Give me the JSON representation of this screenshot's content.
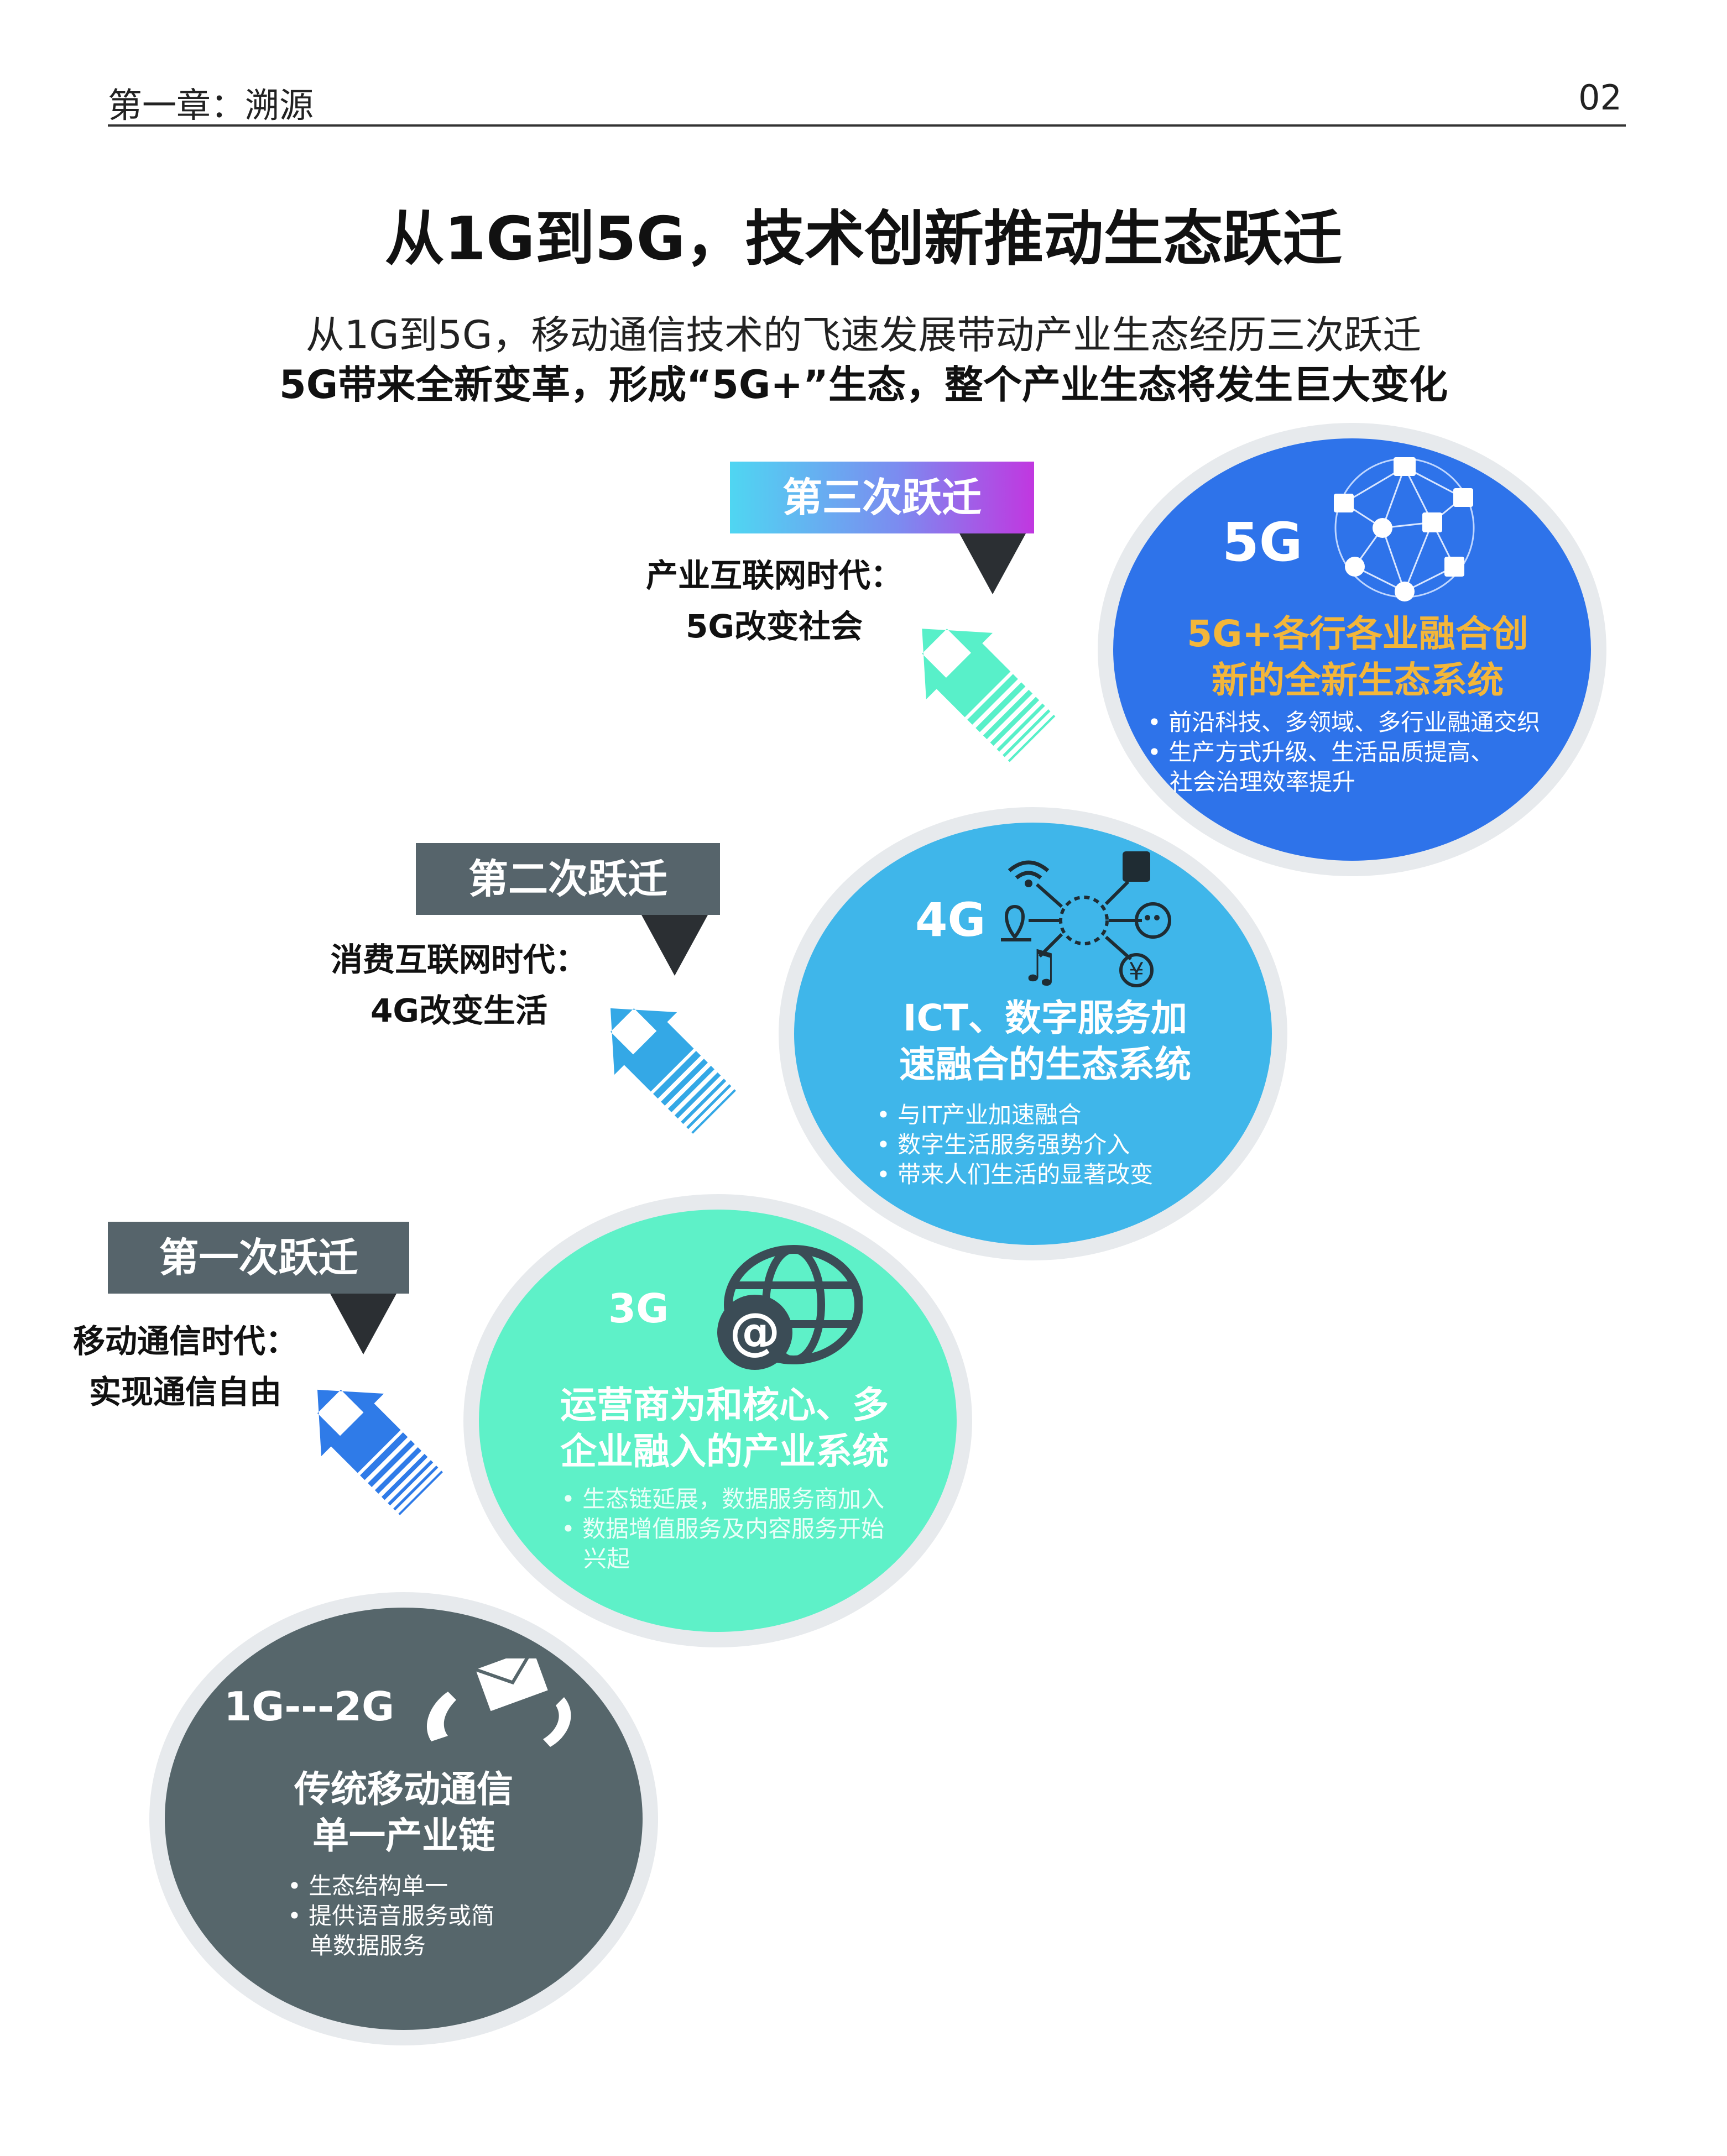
{
  "header": {
    "chapter": "第一章：溯源",
    "page_number": "02"
  },
  "main_title": "从1G到5G，技术创新推动生态跃迁",
  "subtitle_line1": "从1G到5G，移动通信技术的飞速发展带动产业生态经历三次跃迁",
  "subtitle_line2": "5G带来全新变革，形成“5G+”生态，整个产业生态将发生巨大变化",
  "leaps": [
    {
      "label": "第一次跃迁",
      "era_line1": "移动通信时代：",
      "era_line2": "实现通信自由"
    },
    {
      "label": "第二次跃迁",
      "era_line1": "消费互联网时代：",
      "era_line2": "4G改变生活"
    },
    {
      "label": "第三次跃迁",
      "era_line1": "产业互联网时代：",
      "era_line2": "5G改变社会"
    }
  ],
  "stages": [
    {
      "generation": "1G---2G",
      "title_line1": "传统移动通信",
      "title_line2": "单一产业链",
      "bullets": [
        "• 生态结构单一",
        "• 提供语音服务或简",
        "   单数据服务"
      ]
    },
    {
      "generation": "3G",
      "title_line1": "运营商为和核心、多",
      "title_line2": "企业融入的产业系统",
      "bullets": [
        "• 生态链延展，数据服务商加入",
        "• 数据增值服务及内容服务开始",
        "   兴起"
      ]
    },
    {
      "generation": "4G",
      "title_line1": "ICT、数字服务加",
      "title_line2": "速融合的生态系统",
      "bullets": [
        "• 与IT产业加速融合",
        "• 数字生活服务强势介入",
        "• 带来人们生活的显著改变"
      ]
    },
    {
      "generation": "5G",
      "title_line1": "5G+各行各业融合创",
      "title_line2": "新的全新生态系统",
      "bullets": [
        "• 前沿科技、多领域、多行业融通交织",
        "• 生产方式升级、生活品质提高、",
        "   社会治理效率提升"
      ]
    }
  ],
  "colors": {
    "banner_gray": "#56646b",
    "circle_1g2g": "#56666b",
    "circle_3g": "#5ef1c8",
    "circle_4g": "#3fb6ea",
    "circle_5g": "#2e73ea",
    "accent_5g_title": "#f3b63a",
    "arrow_1": "#2f7be8",
    "arrow_2": "#34a8e6",
    "arrow_3": "#58f0c9"
  },
  "icons": [
    "phone-handset-icon",
    "envelope-icon",
    "globe-at-icon",
    "wifi-icon",
    "telephone-icon",
    "location-pin-icon",
    "music-note-icon",
    "chat-bubble-icon",
    "payment-icon",
    "network-globe-icon"
  ]
}
